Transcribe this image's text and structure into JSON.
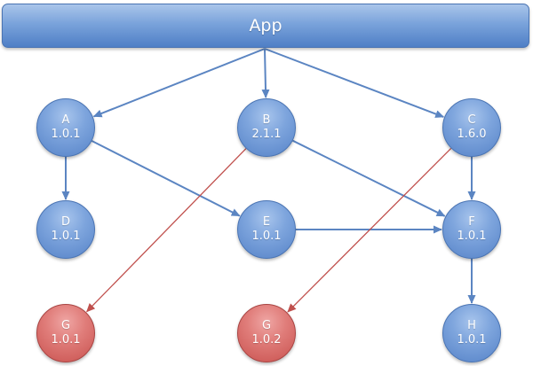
{
  "app": {
    "label": "App"
  },
  "nodes": {
    "A": {
      "name": "A",
      "version": "1.0.1"
    },
    "B": {
      "name": "B",
      "version": "2.1.1"
    },
    "C": {
      "name": "C",
      "version": "1.6.0"
    },
    "D": {
      "name": "D",
      "version": "1.0.1"
    },
    "E": {
      "name": "E",
      "version": "1.0.1"
    },
    "F": {
      "name": "F",
      "version": "1.0.1"
    },
    "G1": {
      "name": "G",
      "version": "1.0.1"
    },
    "G2": {
      "name": "G",
      "version": "1.0.2"
    },
    "H": {
      "name": "H",
      "version": "1.0.1"
    }
  },
  "edges": [
    {
      "from": "App",
      "to": "A"
    },
    {
      "from": "App",
      "to": "B"
    },
    {
      "from": "App",
      "to": "C"
    },
    {
      "from": "A",
      "to": "D"
    },
    {
      "from": "A",
      "to": "E"
    },
    {
      "from": "B",
      "to": "F"
    },
    {
      "from": "E",
      "to": "F"
    },
    {
      "from": "C",
      "to": "F"
    },
    {
      "from": "F",
      "to": "H"
    },
    {
      "from": "B",
      "to": "G1",
      "conflict": true
    },
    {
      "from": "C",
      "to": "G2",
      "conflict": true
    }
  ],
  "colors": {
    "node_blue": "#6f97d4",
    "node_red": "#dc706d",
    "edge_blue": "#5b85c2",
    "edge_red": "#c0504d"
  }
}
